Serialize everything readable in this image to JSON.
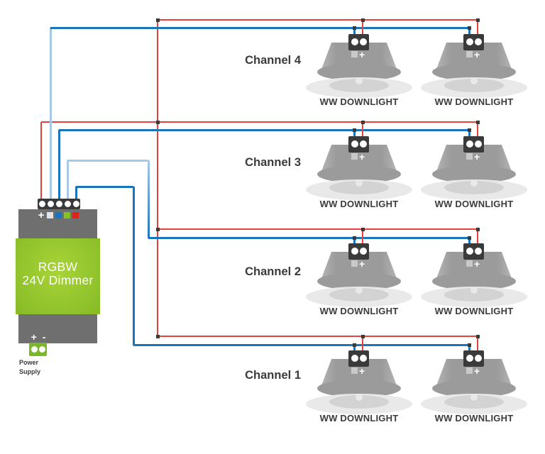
{
  "dimmer": {
    "title_line1": "RGBW",
    "title_line2": "24V Dimmer",
    "terminal_plus": "+",
    "power_terminals": "+ -",
    "power_supply_line1": "Power",
    "power_supply_line2": "Supply"
  },
  "downlight_plus": "+",
  "channels": [
    {
      "label": "Channel 4",
      "lights": [
        {
          "label": "WW DOWNLIGHT"
        },
        {
          "label": "WW DOWNLIGHT"
        }
      ]
    },
    {
      "label": "Channel 3",
      "lights": [
        {
          "label": "WW DOWNLIGHT"
        },
        {
          "label": "WW DOWNLIGHT"
        }
      ]
    },
    {
      "label": "Channel 2",
      "lights": [
        {
          "label": "WW DOWNLIGHT"
        },
        {
          "label": "WW DOWNLIGHT"
        }
      ]
    },
    {
      "label": "Channel 1",
      "lights": [
        {
          "label": "WW DOWNLIGHT"
        },
        {
          "label": "WW DOWNLIGHT"
        }
      ]
    }
  ],
  "colors": {
    "wire_red": "#e6403f",
    "wire_blue": "#1b75bc",
    "wire_blue_light": "#a6c9e8",
    "terminal_white": "#e3e3e3",
    "terminal_blue": "#1a75bb",
    "terminal_green": "#85c226",
    "terminal_red": "#e32119",
    "dimmer_green": "#8dc02a",
    "dimmer_green_light": "#a8d437",
    "dimmer_green_dark": "#86b922",
    "psu_green": "#7ab829",
    "module_gray": "#706f6f",
    "block_dark": "#3a3a3a",
    "lamp_gray": "#9b9b9b",
    "lamp_trim": "#e9e9e9",
    "lamp_inner": "#d3d3d3",
    "text_dark": "#3b3b3b"
  }
}
